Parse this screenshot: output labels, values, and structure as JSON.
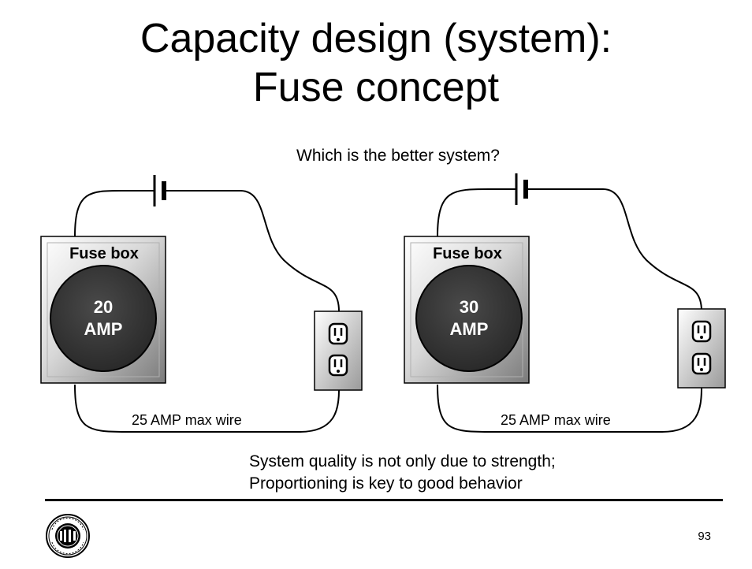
{
  "title": {
    "line1": "Capacity design (system):",
    "line2": "Fuse concept"
  },
  "question": "Which is the better system?",
  "systems": [
    {
      "fusebox_label": "Fuse box",
      "amp_value": "20",
      "amp_unit": "AMP",
      "wire_label": "25 AMP max wire"
    },
    {
      "fusebox_label": "Fuse box",
      "amp_value": "30",
      "amp_unit": "AMP",
      "wire_label": "25 AMP max wire"
    }
  ],
  "conclusion": {
    "line1": "System quality is not only due to strength;",
    "line2": "Proportioning is key to good behavior"
  },
  "slide_number": "93",
  "logo_icon": "aisc-seal-icon",
  "colors": {
    "fuse_circle": "#3a3a3a",
    "fusebox_light": "#e8e8e8",
    "fusebox_dark": "#8a8a8a"
  }
}
